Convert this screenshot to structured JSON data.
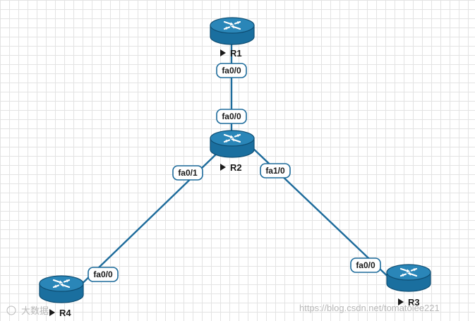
{
  "colors": {
    "link": "#1d6b9b",
    "router_body": "#1a6f9f",
    "router_top": "#2a86b8",
    "router_edge": "#0e4d72"
  },
  "routers": [
    {
      "id": "r1",
      "label": "R1"
    },
    {
      "id": "r2",
      "label": "R2"
    },
    {
      "id": "r3",
      "label": "R3"
    },
    {
      "id": "r4",
      "label": "R4"
    }
  ],
  "links": [
    {
      "id": "r1-r2",
      "from_port": "fa0/0",
      "to_port": "fa0/0"
    },
    {
      "id": "r2-r4",
      "from_port": "fa0/1",
      "to_port": "fa0/0"
    },
    {
      "id": "r2-r3",
      "from_port": "fa1/0",
      "to_port": "fa0/0"
    }
  ],
  "watermark": {
    "left": "大数据",
    "right": "https://blog.csdn.net/tomatolee221"
  }
}
